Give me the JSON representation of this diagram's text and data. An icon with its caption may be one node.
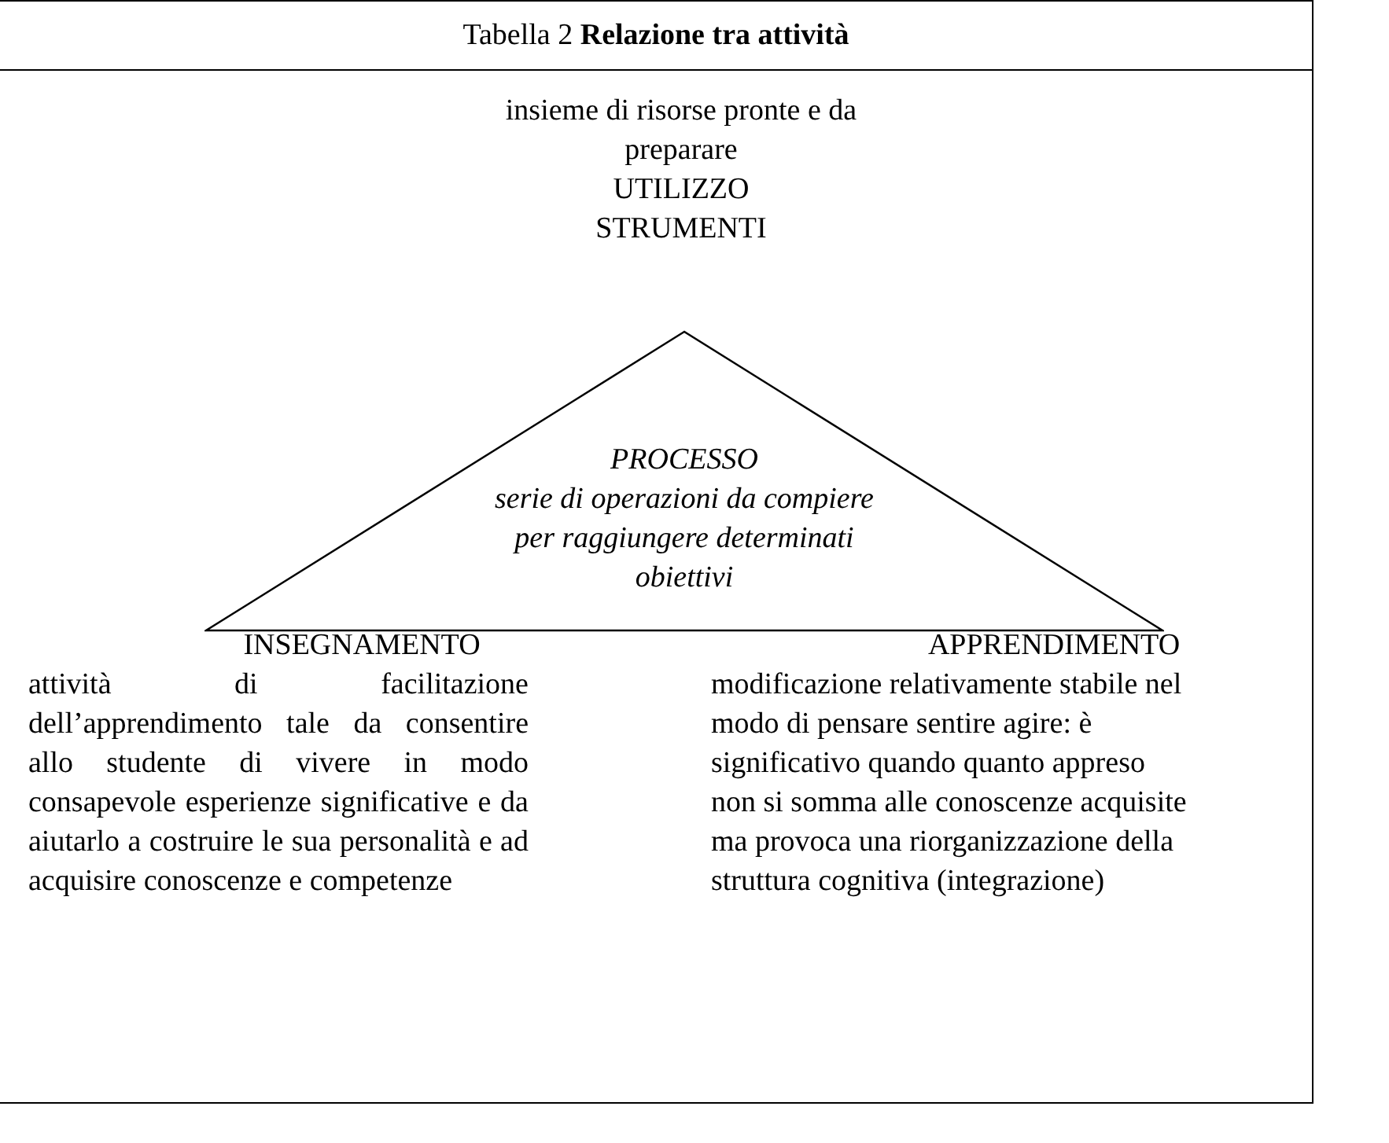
{
  "diagram": {
    "title": "Tabella 2 **Relazione tra attività**",
    "nodes": [
      {
        "text": [
          "PROCESSO",
          "serie di operazioni da compiere per raggiungere determinati obiettivi"
        ]
      }
    ],
    "edges": [],
    "labels": [
      "insieme di risorse pronte e da preparare",
      "UTILIZZO STRUMENTI",
      "INSEGNAMENTO",
      "attività di facilitazione dell’apprendimento tale da consentire allo studente di vivere in modo consapevole esperienze significative e da aiutarlo a costruire le sua personalità e ad acquisire conoscenze e competenze",
      "APPRENDIMENTO",
      "modificazione relativamente stabile nel modo di pensare sentire agire: è significativo quando quanto appreso non si somma alle conoscenze acquisite ma provoca una riorganizzazione della struttura cognitiva (integrazione)"
    ]
  }
}
